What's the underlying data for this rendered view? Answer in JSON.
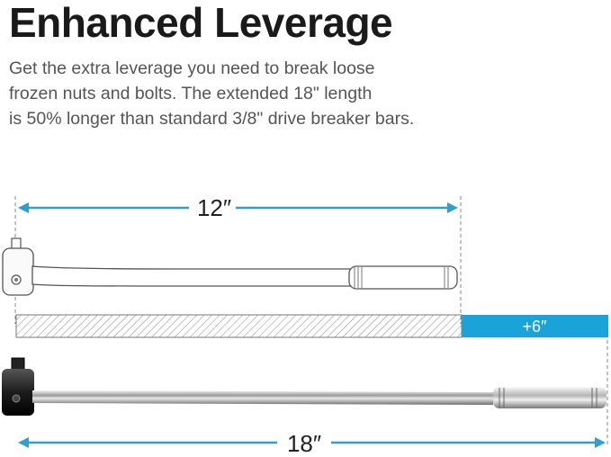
{
  "heading": "Enhanced Leverage",
  "description_lines": [
    "Get the extra leverage you need to break loose",
    "frozen nuts and bolts. The extended 18\" length",
    "is 50% longer than standard 3/8\" drive breaker bars."
  ],
  "dimensions": {
    "standard_length_label": "12″",
    "extended_length_label": "18″",
    "extra_length_label": "+6″"
  },
  "colors": {
    "accent": "#1aa3d9",
    "dimension_arrow": "#2f9fd0",
    "text_dark": "#1a1a1a",
    "text_body": "#555555"
  },
  "icons": {
    "standard_bar": "breaker-bar-12in-image",
    "extended_bar": "breaker-bar-18in-image"
  }
}
